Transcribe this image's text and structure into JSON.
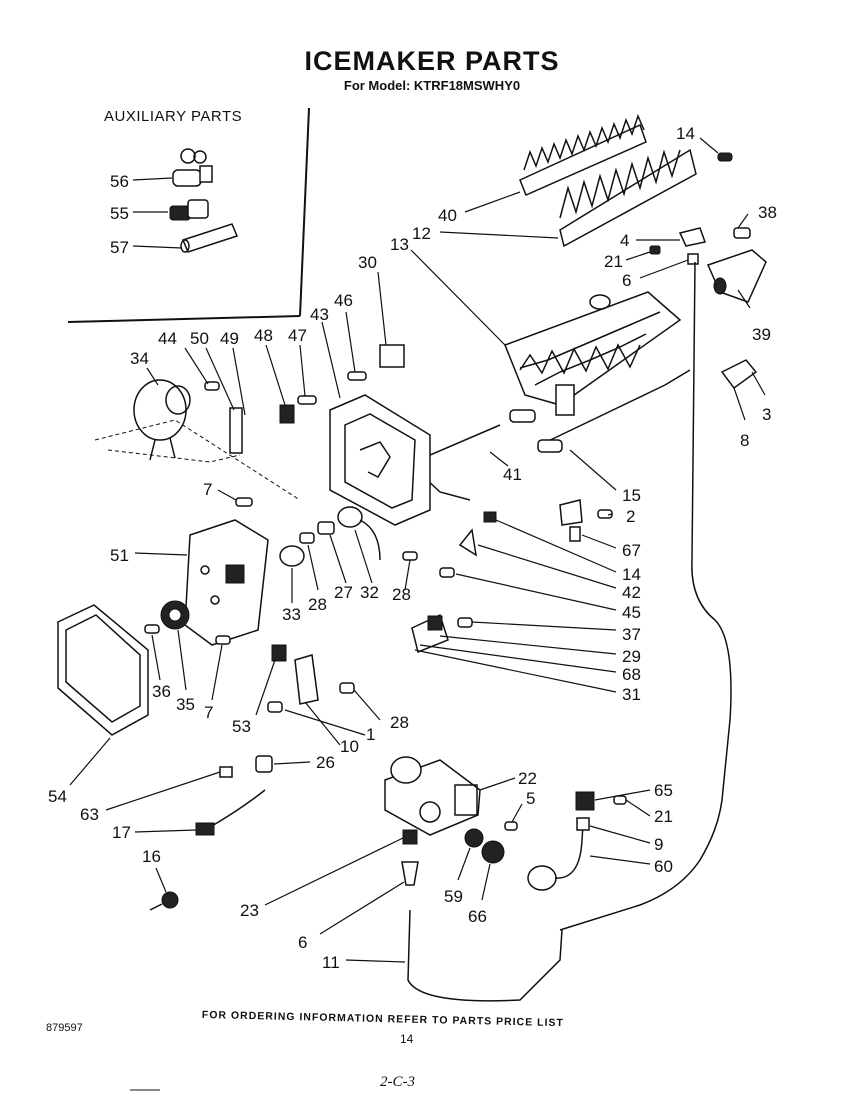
{
  "header": {
    "title": "ICEMAKER PARTS",
    "model_line": "For Model: KTRF18MSWHY0"
  },
  "auxiliary": {
    "heading": "AUXILIARY PARTS"
  },
  "callouts": [
    "56",
    "55",
    "57",
    "14",
    "40",
    "12",
    "38",
    "4",
    "21",
    "6",
    "13",
    "30",
    "46",
    "43",
    "47",
    "48",
    "49",
    "50",
    "44",
    "34",
    "39",
    "3",
    "8",
    "41",
    "15",
    "2",
    "67",
    "14",
    "42",
    "45",
    "37",
    "29",
    "68",
    "31",
    "7",
    "51",
    "33",
    "28",
    "27",
    "32",
    "28",
    "36",
    "35",
    "7",
    "53",
    "28",
    "1",
    "10",
    "54",
    "26",
    "22",
    "5",
    "65",
    "21",
    "9",
    "60",
    "63",
    "17",
    "16",
    "23",
    "59",
    "66",
    "6",
    "11"
  ],
  "footer": {
    "ordering_note": "FOR ORDERING INFORMATION REFER TO PARTS PRICE LIST",
    "doc_number": "879597",
    "page_number": "14",
    "handwritten_ref": "2-C-3"
  }
}
